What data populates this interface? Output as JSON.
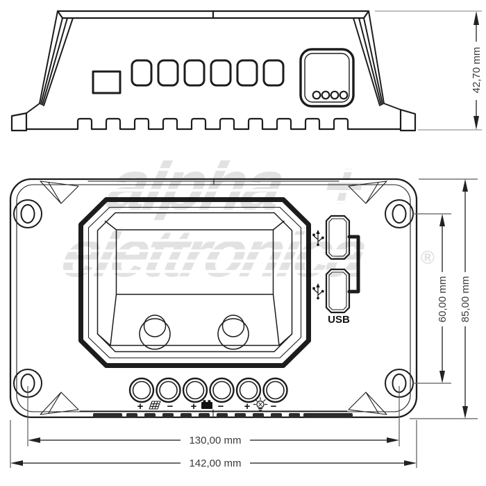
{
  "drawing": {
    "watermark": {
      "word1": "alpha",
      "mark": "+",
      "word2": "elettronica",
      "registered": "®"
    },
    "side_view": {
      "name": "charge-controller-side-profile",
      "height_dim_label": "42,70 mm"
    },
    "front_view": {
      "name": "charge-controller-front-face",
      "usb_label": "USB",
      "terminal_labels": [
        "+",
        "−",
        "+",
        "−",
        "+",
        "−"
      ],
      "terminal_icons": [
        "solar-panel",
        "battery",
        "lamp"
      ],
      "dims": {
        "vertical_hole_spacing": "60,00 mm",
        "vertical_overall": "85,00 mm",
        "horizontal_hole_spacing": "130,00 mm",
        "horizontal_overall": "142,00 mm"
      }
    },
    "colors": {
      "line": "#1c1c1c",
      "bezel": "#1c1c1c",
      "dim_line": "#3d3d3d",
      "ext_line_light": "#a8a8a8",
      "ext_line_dark": "#5a5a5a",
      "vent": "#2b2b2b",
      "watermark": "#e4e4e4",
      "background": "#ffffff"
    }
  }
}
